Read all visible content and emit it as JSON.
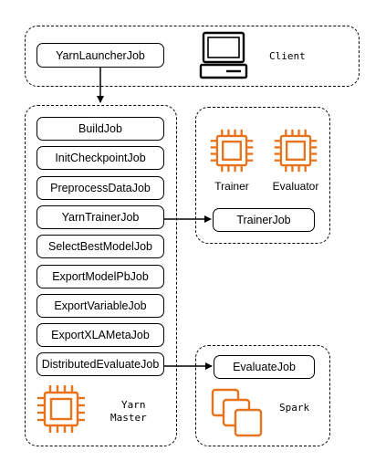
{
  "client": {
    "job": "YarnLauncherJob",
    "label": "Client",
    "icon": "computer-icon"
  },
  "master": {
    "jobs": [
      "BuildJob",
      "InitCheckpointJob",
      "PreprocessDataJob",
      "YarnTrainerJob",
      "SelectBestModelJob",
      "ExportModelPbJob",
      "ExportVariableJob",
      "ExportXLAMetaJob",
      "DistributedEvaluateJob"
    ],
    "label_line1": "Yarn",
    "label_line2": "Master",
    "icon": "chip-icon"
  },
  "trainer_group": {
    "chip1_label": "Trainer",
    "chip2_label": "Evaluator",
    "job": "TrainerJob",
    "icon": "chip-icon"
  },
  "spark_group": {
    "job": "EvaluateJob",
    "label": "Spark",
    "icon": "stacked-instances-icon"
  },
  "colors": {
    "accent": "#E8731C",
    "line": "#000000"
  }
}
